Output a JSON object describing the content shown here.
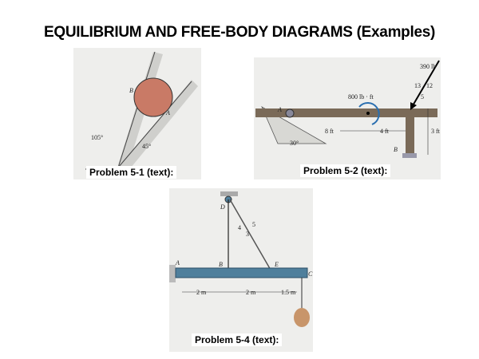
{
  "slide": {
    "title": "EQUILIBRIUM AND FREE-BODY DIAGRAMS (Examples)"
  },
  "problems": [
    {
      "caption": "Problem 5-1 (text):",
      "labels": {
        "point_b": "B",
        "point_a": "A",
        "angle_left": "105°",
        "angle_right": "45°"
      }
    },
    {
      "caption": "Problem 5-2 (text):",
      "labels": {
        "force": "390 lb",
        "slope_13": "13",
        "slope_12": "12",
        "slope_5": "5",
        "moment": "800 lb · ft",
        "point_a": "A",
        "point_b": "B",
        "dim_8": "8 ft",
        "dim_4": "4 ft",
        "dim_3": "3 ft",
        "angle": "30°"
      }
    },
    {
      "caption": "Problem 5-4 (text):",
      "labels": {
        "point_d": "D",
        "point_a": "A",
        "point_b": "B",
        "point_e": "E",
        "point_c": "C",
        "slope_3": "3",
        "slope_4": "4",
        "slope_5": "5",
        "dim_1": "2 m",
        "dim_2": "2 m",
        "dim_3": "1.5 m"
      }
    }
  ],
  "colors": {
    "sphere": "#c97a66",
    "beam_blue": "#4f7f9c",
    "beam_brown": "#7a6a58",
    "bag": "#c8956a"
  }
}
